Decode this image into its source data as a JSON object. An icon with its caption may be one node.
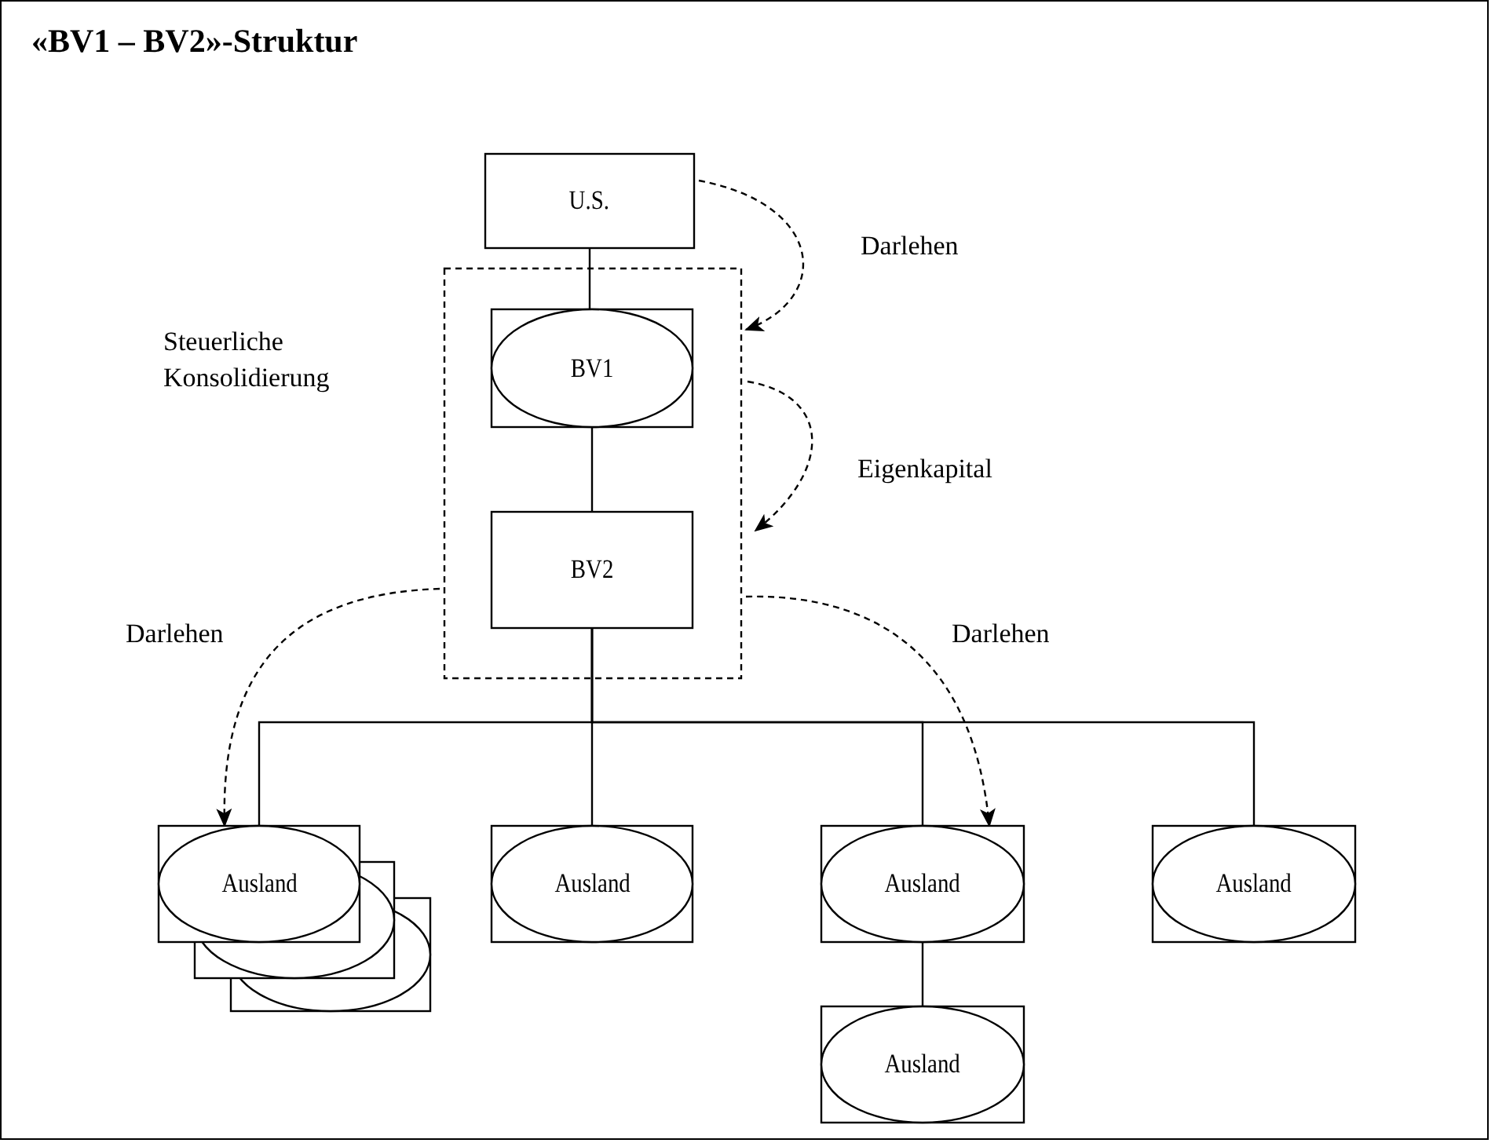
{
  "diagram": {
    "title": "«BV1 – BV2»-Struktur",
    "nodes": [
      {
        "text": [
          "U.S."
        ]
      },
      {
        "text": [],
        "shape": "box"
      },
      {
        "text": [
          "BV1"
        ],
        "in": 1
      },
      {
        "text": [
          "BV2"
        ],
        "in": 1
      },
      {
        "text": [
          "Ausland"
        ]
      },
      {
        "text": [
          "Ausland"
        ]
      },
      {
        "text": [
          "Ausland"
        ]
      },
      {
        "text": [
          "Ausland"
        ]
      },
      {
        "text": [
          "Ausland"
        ]
      }
    ],
    "edges": [
      {
        "from": 0,
        "to": 2,
        "arrow": "none"
      },
      {
        "from": 2,
        "to": 3,
        "arrow": "none"
      },
      {
        "from": 3,
        "to": 4,
        "arrow": "none"
      },
      {
        "from": 3,
        "to": 5,
        "arrow": "none"
      },
      {
        "from": 3,
        "to": 6,
        "arrow": "none"
      },
      {
        "from": 3,
        "to": 7,
        "arrow": "none"
      },
      {
        "from": 6,
        "to": 8,
        "arrow": "none"
      },
      {
        "from": 0,
        "to": 1,
        "arrow": "to",
        "style": "dashed",
        "label": "Darlehen"
      },
      {
        "from": 2,
        "to": 3,
        "arrow": "to",
        "style": "dashed",
        "label": "Eigenkapital"
      },
      {
        "from": 1,
        "to": 4,
        "arrow": "to",
        "style": "dashed",
        "label": "Darlehen"
      },
      {
        "from": 1,
        "to": 6,
        "arrow": "to",
        "style": "dashed",
        "label": "Darlehen"
      }
    ],
    "labels": [
      "Steuerliche Konsolidierung"
    ]
  }
}
